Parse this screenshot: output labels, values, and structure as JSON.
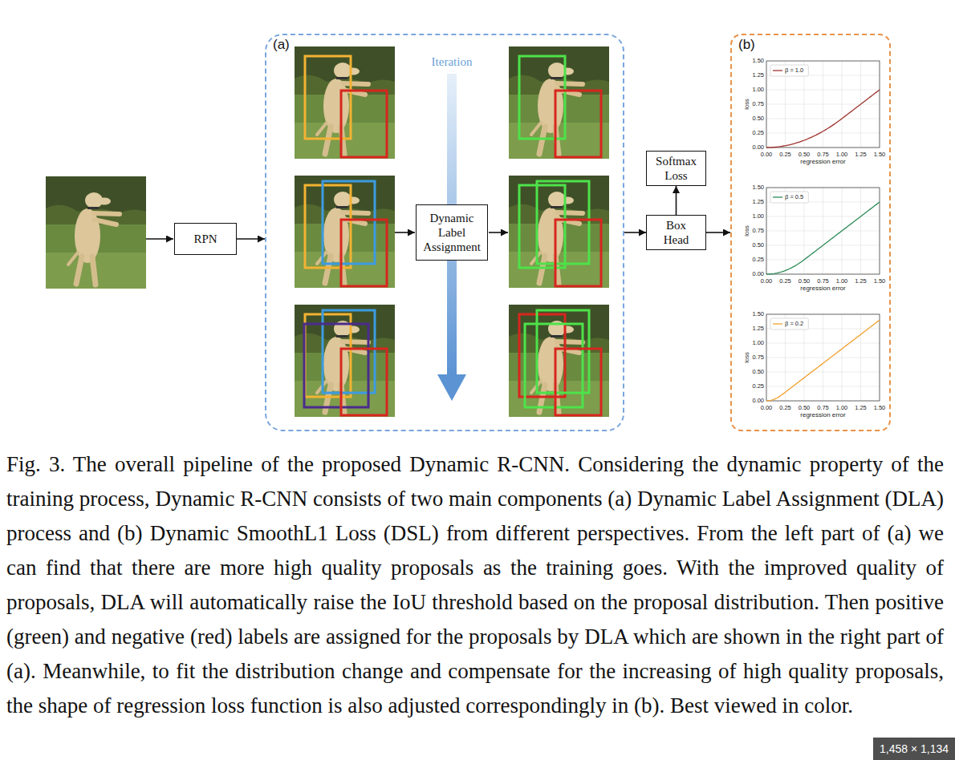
{
  "diagram": {
    "caption": "Fig. 3. The overall pipeline of the proposed Dynamic R-CNN. Considering the dynamic property of the training process, Dynamic R-CNN consists of two main components (a) Dynamic Label Assignment (DLA) process and (b) Dynamic SmoothL1 Loss (DSL) from different perspectives. From the left part of (a) we can find that there are more high quality proposals as the training goes. With the improved quality of proposals, DLA will automatically raise the IoU threshold based on the proposal distribution. Then positive (green) and negative (red) labels are assigned for the proposals by DLA which are shown in the right part of (a). Meanwhile, to fit the distribution change and compensate for the increasing of high quality proposals, the shape of regression loss function is also adjusted correspondingly in (b). Best viewed in color.",
    "nodes": [
      {
        "text": [
          "RPN"
        ]
      },
      {
        "text": [
          "(a)"
        ]
      },
      {
        "text": [
          "Dynamic Label Assignment"
        ],
        "in": 1
      },
      {
        "text": [
          "Softmax Loss"
        ]
      },
      {
        "text": [
          "Box Head"
        ]
      },
      {
        "text": [
          "(b)"
        ]
      }
    ],
    "edges": [
      {
        "from": 0,
        "to": 1,
        "arrow": "to"
      },
      {
        "from": 1,
        "to": 4,
        "arrow": "to"
      },
      {
        "from": 4,
        "to": 3,
        "arrow": "to"
      },
      {
        "from": 4,
        "to": 5,
        "arrow": "to"
      }
    ],
    "labels": [
      "Iteration",
      "1.50",
      "1.25",
      "1.00",
      "0.75",
      "0.50",
      "0.25",
      "0.00",
      "loss",
      "0.00",
      "0.25",
      "0.50",
      "0.75",
      "1.00",
      "1.25",
      "1.50",
      "regression error",
      "1.50",
      "1.25",
      "1.00",
      "0.75",
      "0.50",
      "0.25",
      "0.00",
      "loss",
      "0.00",
      "0.25",
      "0.50",
      "0.75",
      "1.00",
      "1.25",
      "1.50",
      "regression error",
      "1.50",
      "1.25",
      "1.00",
      "0.75",
      "0.50",
      "0.25",
      "0.00",
      "loss",
      "0.00",
      "0.25",
      "0.50",
      "0.75",
      "1.00",
      "1.25",
      "1.50",
      "regression error",
      "1,458 × 1,134"
    ],
    "legend": [
      {
        "text": "β = 1.0"
      },
      {
        "text": "β = 0.5"
      },
      {
        "text": "β = 0.2"
      }
    ]
  }
}
